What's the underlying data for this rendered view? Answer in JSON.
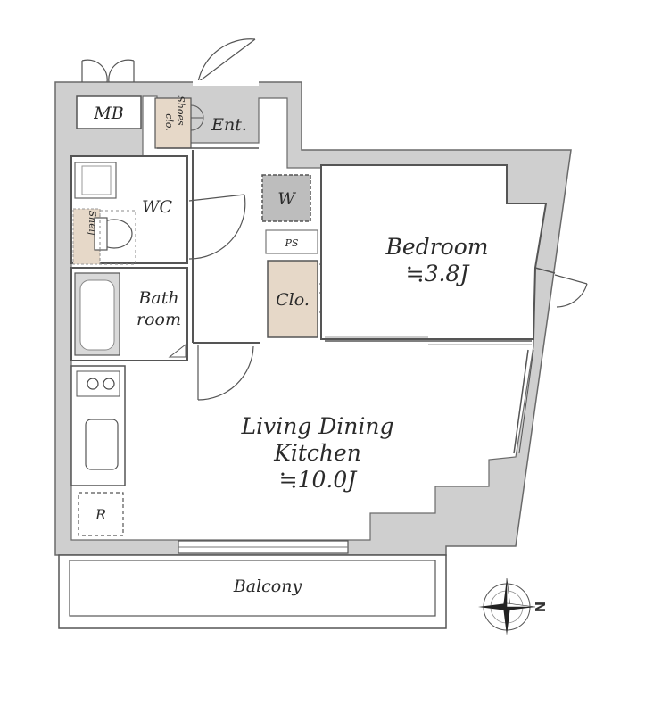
{
  "rooms": {
    "mb": "MB",
    "shoes_closet": [
      "Shoes",
      "clo."
    ],
    "entrance": "Ent.",
    "wc": "WC",
    "shelf": "Shelf",
    "w": "W",
    "ps": "PS",
    "bath": [
      "Bath",
      "room"
    ],
    "closet": "Clo.",
    "bedroom": {
      "name": "Bedroom",
      "area": "≒3.8J"
    },
    "ldk": {
      "name_line1": "Living Dining",
      "name_line2": "Kitchen",
      "area": "≒10.0J"
    },
    "refrigerator": "R",
    "balcony": "Balcony"
  },
  "compass": {
    "north": "N"
  },
  "colors": {
    "wall": "#cfcfcf",
    "wall_stroke": "#6a6a6a",
    "storage_tan": "#e6d8c8",
    "washer_gray": "#bdbdbd"
  }
}
